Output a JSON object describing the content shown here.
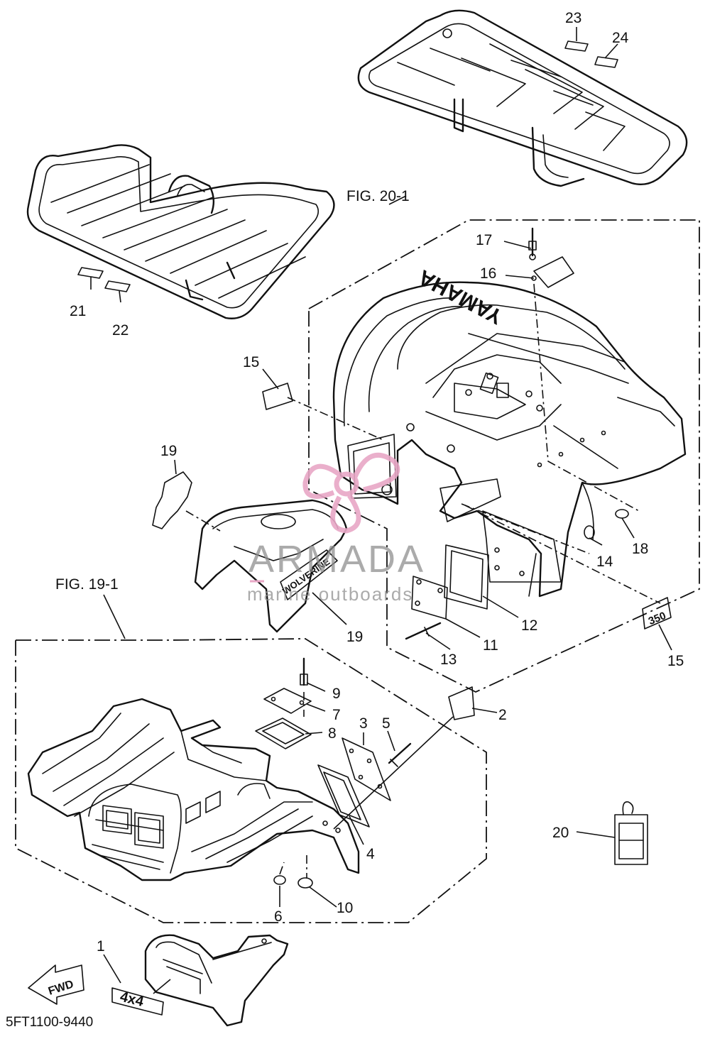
{
  "figures": {
    "fig_20": "FIG. 20-1",
    "fig_19": "FIG. 19-1"
  },
  "drawing_code": "5FT1100-9440",
  "watermark": {
    "brand": "ARMADA",
    "tagline": "marine outboards",
    "color": "#e8a7c6"
  },
  "decals": {
    "yamaha": "YAMAHA",
    "fwd": "FWD",
    "four_by_four": "4x4",
    "model_350": "350",
    "side": "WOLVERINE"
  },
  "callouts": {
    "c1": "1",
    "c2": "2",
    "c3": "3",
    "c4": "4",
    "c5": "5",
    "c6": "6",
    "c7": "7",
    "c8": "8",
    "c9": "9",
    "c10": "10",
    "c11": "11",
    "c12": "12",
    "c13": "13",
    "c14": "14",
    "c15a": "15",
    "c15b": "15",
    "c16": "16",
    "c17": "17",
    "c18": "18",
    "c19a": "19",
    "c19b": "19",
    "c20": "20",
    "c21": "21",
    "c22": "22",
    "c23": "23",
    "c24": "24"
  }
}
